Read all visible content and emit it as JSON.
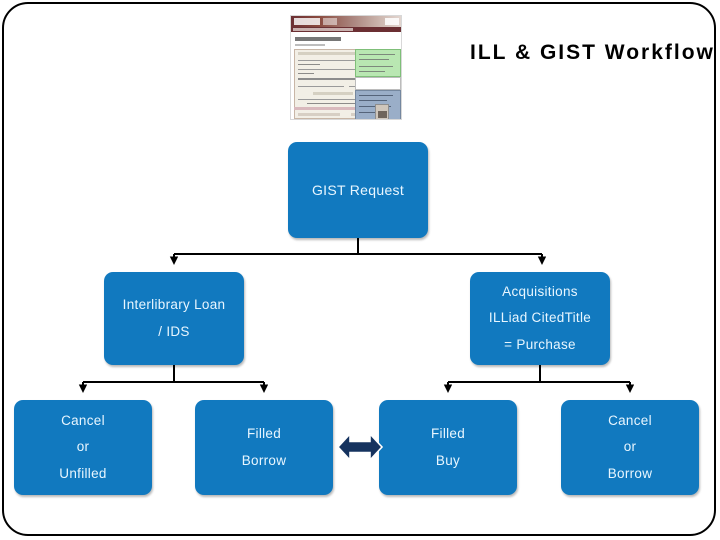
{
  "slide": {
    "title": "ILL & GIST Workflow",
    "accent_color": "#1179bf",
    "text_color": "#e8f6ff",
    "line_color": "#000000",
    "arrow_color": "#16335f",
    "background": "#ffffff"
  },
  "thumbnail": {
    "name": "illiad-request-form-screenshot",
    "alt": "Screenshot of an ILLiad web request form page"
  },
  "nodes": {
    "gist_request": {
      "lines": [
        "GIST Request"
      ]
    },
    "interlibrary_loan": {
      "lines": [
        "Interlibrary Loan",
        "/ IDS"
      ]
    },
    "acquisitions": {
      "lines": [
        "Acquisitions",
        "ILLiad CitedTitle",
        "= Purchase"
      ]
    },
    "cancel_unfilled": {
      "lines": [
        "Cancel",
        "or",
        "Unfilled"
      ]
    },
    "filled_borrow": {
      "lines": [
        "Filled",
        "Borrow"
      ]
    },
    "filled_buy": {
      "lines": [
        "Filled",
        "Buy"
      ]
    },
    "cancel_borrow": {
      "lines": [
        "Cancel",
        "or",
        "Borrow"
      ]
    }
  },
  "connector": {
    "double_arrow_label": "double-headed-arrow"
  }
}
